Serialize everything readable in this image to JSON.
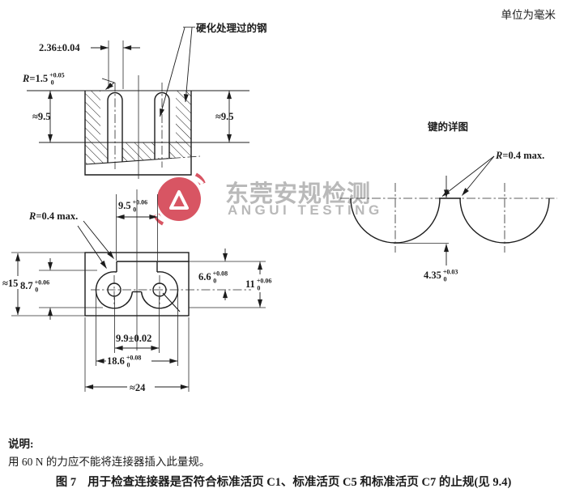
{
  "page": {
    "units_note": "单位为毫米"
  },
  "watermark": {
    "cn": "东莞安规检测",
    "en": "ANGUI TESTING",
    "logo_color": "#d85563",
    "text_color": "#b9b9b9"
  },
  "section_view": {
    "slot_width": "2.36±0.04",
    "radius": {
      "sym": "R",
      "eq": "=1.5",
      "plus": "+0.05",
      "minus": "0"
    },
    "depth_left": "≈9.5",
    "depth_right": "≈9.5",
    "material_note": "硬化处理过的钢"
  },
  "plan_view": {
    "radius_max": {
      "sym": "R",
      "eq": "=0.4 max."
    },
    "key_width": {
      "v": "9.5",
      "plus": "+0.06",
      "minus": "0"
    },
    "hole_height": {
      "v": "8.7",
      "plus": "+0.06",
      "minus": "0"
    },
    "overall_height": "≈15",
    "hole_pitch": "9.9±0.02",
    "recess_width": {
      "v": "18.6",
      "plus": "+0.08",
      "minus": "0"
    },
    "overall_width": "≈24",
    "top_to_center": {
      "v": "6.6",
      "plus": "+0.08",
      "minus": "0"
    },
    "cavity_height": {
      "v": "11",
      "plus": "+0.06",
      "minus": "0"
    }
  },
  "key_detail": {
    "title": "键的详图",
    "radius": {
      "sym": "R",
      "eq": "=0.4 max."
    },
    "key_depth": {
      "v": "4.35",
      "plus": "+0.03",
      "minus": "0"
    }
  },
  "notes": {
    "label": "说明:",
    "line1": "用 60 N 的力应不能将连接器插入此量规。"
  },
  "caption": {
    "prefix": "图 7",
    "text": "用于检查连接器是否符合标准活页 C1、标准活页 C5 和标准活页 C7 的止规(见 9.4)"
  }
}
